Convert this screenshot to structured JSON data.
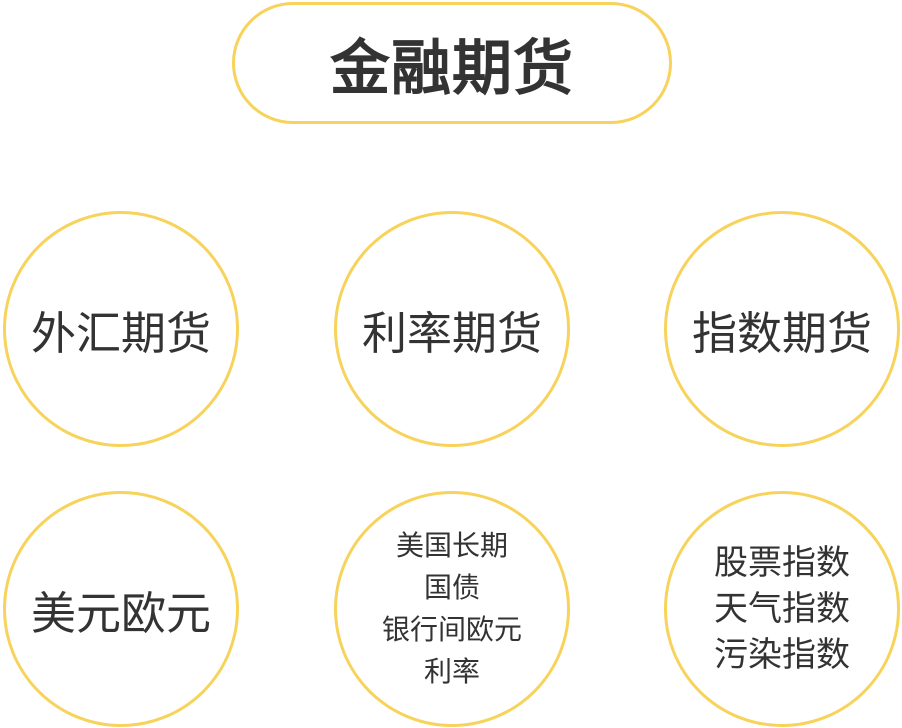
{
  "title": "金融期货",
  "categories": [
    {
      "label": "外汇期货"
    },
    {
      "label": "利率期货"
    },
    {
      "label": "指数期货"
    }
  ],
  "examples": {
    "forex": "美元欧元",
    "interest_rate": [
      "美国长期",
      "国债",
      "银行间欧元",
      "利率"
    ],
    "index": [
      "股票指数",
      "天气指数",
      "污染指数"
    ]
  },
  "colors": {
    "border": "#f7d35b",
    "text": "#333333",
    "background": "#ffffff"
  }
}
